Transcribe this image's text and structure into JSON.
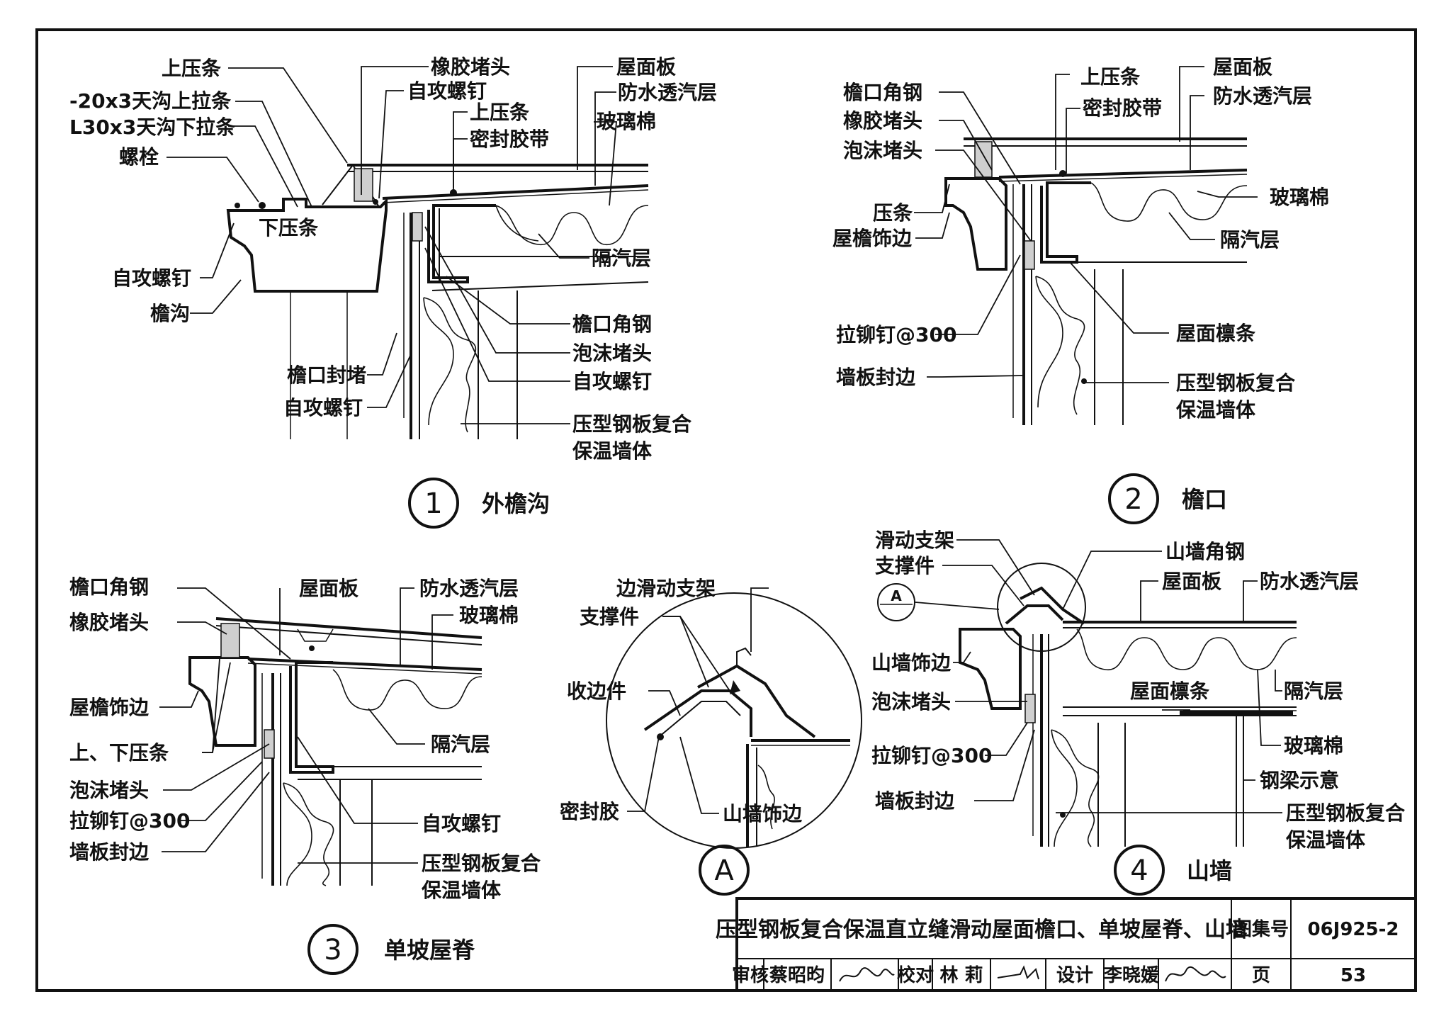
{
  "sheet": {
    "title": "压型钢板复合保温直立缝滑动屋面檐口、单坡屋脊、山墙",
    "atlas_label": "图集号",
    "atlas_no": "06J925-2",
    "page_label": "页",
    "page_no": "53",
    "review_label": "审核",
    "review_name": "蔡昭昀",
    "check_label": "校对",
    "check_name": "林  莉",
    "design_label": "设计",
    "design_name": "李晓媛"
  },
  "details": [
    {
      "number": "1",
      "title": "外檐沟",
      "labels": [
        "上压条",
        "-20x3天沟上拉条",
        "L30x3天沟下拉条",
        "螺栓",
        "下压条",
        "自攻螺钉",
        "檐沟",
        "橡胶堵头",
        "自攻螺钉",
        "上压条",
        "密封胶带",
        "屋面板",
        "防水透汽层",
        "玻璃棉",
        "隔汽层",
        "檐口角钢",
        "泡沫堵头",
        "自攻螺钉",
        "檐口封堵",
        "自攻螺钉",
        "压型钢板复合",
        "保温墙体"
      ]
    },
    {
      "number": "2",
      "title": "檐口",
      "labels": [
        "檐口角钢",
        "橡胶堵头",
        "泡沫堵头",
        "压条",
        "屋檐饰边",
        "拉铆钉@300",
        "墙板封边",
        "上压条",
        "密封胶带",
        "屋面板",
        "防水透汽层",
        "玻璃棉",
        "隔汽层",
        "屋面檩条",
        "压型钢板复合",
        "保温墙体"
      ]
    },
    {
      "number": "3",
      "title": "单坡屋脊",
      "labels": [
        "檐口角钢",
        "橡胶堵头",
        "屋檐饰边",
        "上、下压条",
        "泡沫堵头",
        "拉铆钉@300",
        "墙板封边",
        "屋面板",
        "防水透汽层",
        "玻璃棉",
        "隔汽层",
        "自攻螺钉",
        "压型钢板复合",
        "保温墙体"
      ]
    },
    {
      "number": "A",
      "title": "",
      "labels": [
        "边滑动支架",
        "支撑件",
        "收边件",
        "密封胶",
        "山墙饰边"
      ]
    },
    {
      "number": "4",
      "title": "山墙",
      "labels": [
        "滑动支架",
        "支撑件",
        "A",
        "山墙饰边",
        "泡沫堵头",
        "拉铆钉@300",
        "墙板封边",
        "山墙角钢",
        "屋面板",
        "防水透汽层",
        "屋面檩条",
        "隔汽层",
        "玻璃棉",
        "钢梁示意",
        "压型钢板复合",
        "保温墙体"
      ]
    }
  ]
}
